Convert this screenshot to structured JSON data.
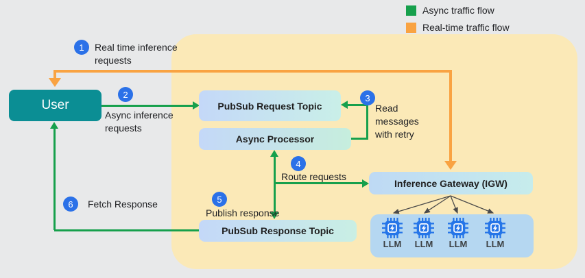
{
  "legend": {
    "items": [
      {
        "label": "Async traffic flow",
        "color": "#16a04c"
      },
      {
        "label": "Real-time traffic flow",
        "color": "#f9a342"
      }
    ]
  },
  "nodes": {
    "user": {
      "label": "User",
      "color": "#0b8e94"
    },
    "pubsub_request_topic": {
      "label": "PubSub Request Topic"
    },
    "async_processor": {
      "label": "Async Processor"
    },
    "inference_gateway": {
      "label": "Inference Gateway (IGW)"
    },
    "pubsub_response_topic": {
      "label": "PubSub Response Topic"
    },
    "llm_cluster": {
      "chips": [
        {
          "icon": "chip-bolt-icon",
          "label": "LLM"
        },
        {
          "icon": "chip-bolt-icon",
          "label": "LLM"
        },
        {
          "icon": "chip-bolt-icon",
          "label": "LLM"
        },
        {
          "icon": "chip-bolt-icon",
          "label": "LLM"
        }
      ]
    }
  },
  "steps": [
    {
      "number": "1",
      "label": "Real time inference\nrequests"
    },
    {
      "number": "2",
      "label": "Async inference\nrequests"
    },
    {
      "number": "3",
      "label": "Read\nmessages\nwith retry"
    },
    {
      "number": "4",
      "label": "Route requests"
    },
    {
      "number": "5",
      "label": "Publish response"
    },
    {
      "number": "6",
      "label": "Fetch Response"
    }
  ],
  "colors": {
    "background": "#e8e9ea",
    "platform_region": "#fbe9b7",
    "async_flow": "#16a04c",
    "realtime_flow": "#f9a342",
    "step_badge": "#2b71e8",
    "user_node": "#0b8e94",
    "llm_cluster": "#b5d7f1",
    "chip_icon": "#2575e8"
  }
}
